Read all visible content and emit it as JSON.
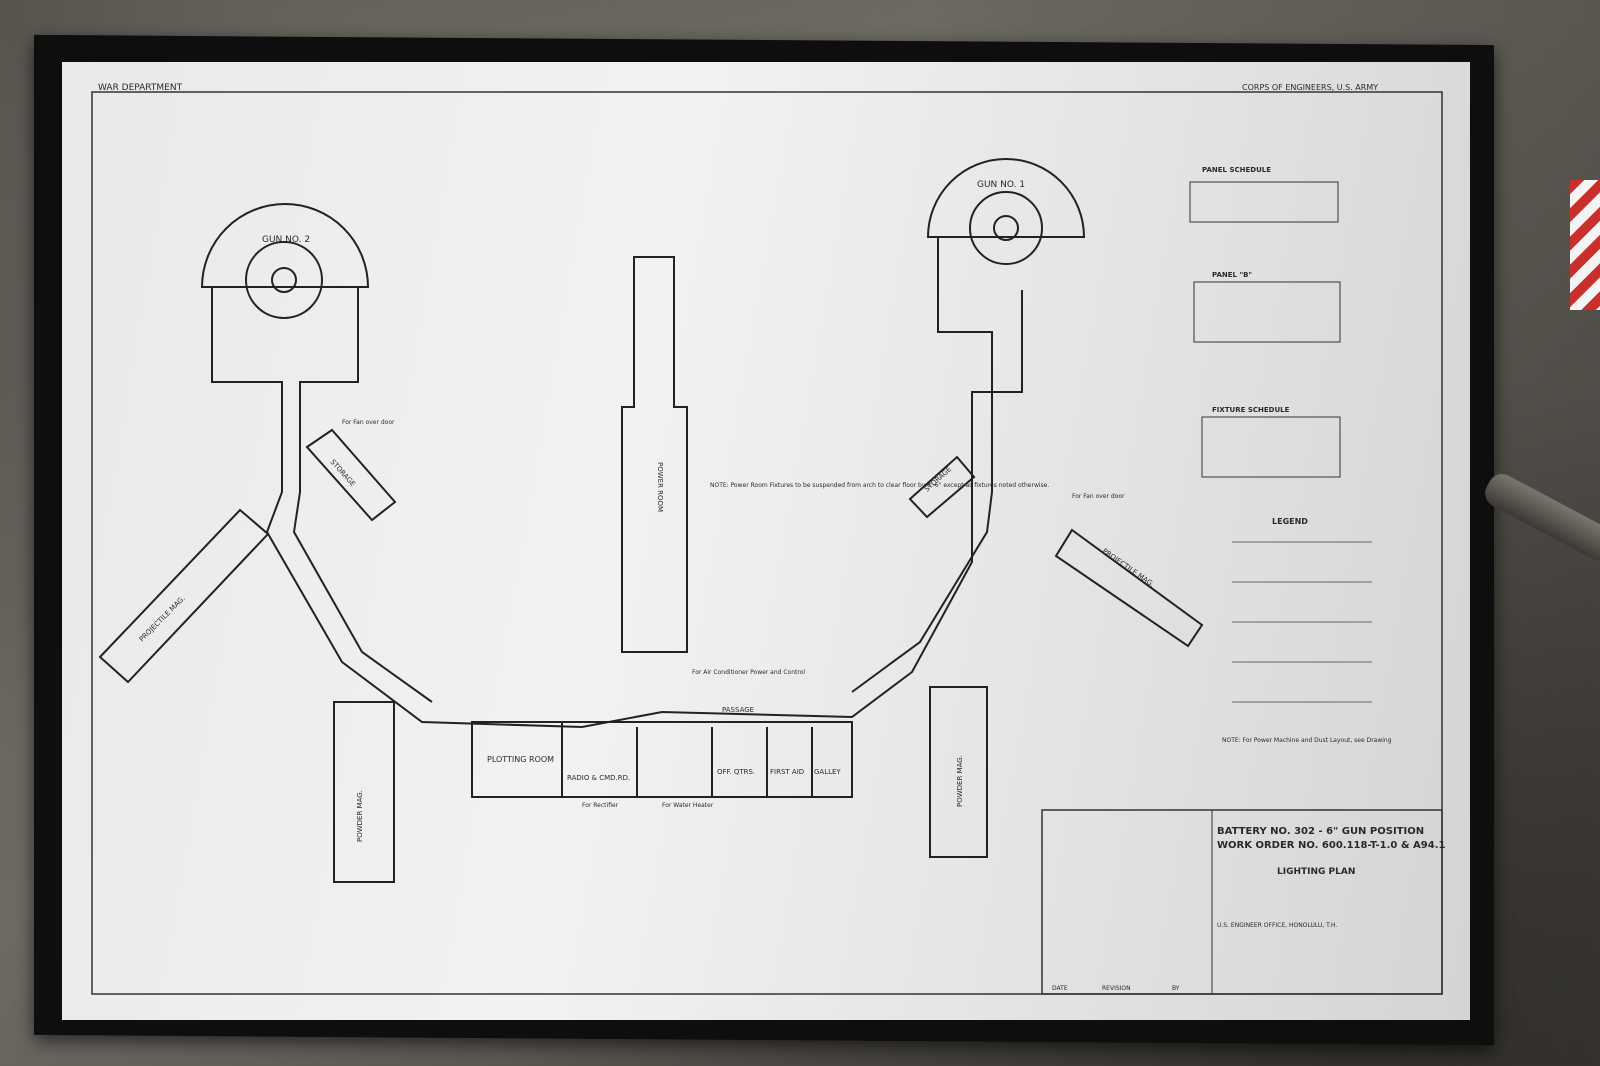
{
  "header": {
    "left": "WAR DEPARTMENT",
    "right": "CORPS OF ENGINEERS, U.S. ARMY"
  },
  "guns": {
    "left": "GUN NO. 2",
    "right": "GUN NO. 1"
  },
  "rooms": {
    "storage_left": "STORAGE",
    "storage_right": "STORAGE",
    "projectile_left": "PROJECTILE MAG.",
    "projectile_right": "PROJECTILE MAG.",
    "powder_left": "POWDER MAG.",
    "powder_right": "POWDER MAG.",
    "power_room": "POWER ROOM",
    "plotting": "PLOTTING ROOM",
    "radio": "RADIO & CMD.RD.",
    "off_qtrs": "OFF. QTRS.",
    "first_aid": "FIRST AID",
    "galley": "GALLEY",
    "passage": "PASSAGE"
  },
  "notes": {
    "power_room_note": "NOTE: Power Room Fixtures to be suspended from arch to clear floor by 8'-6\" except as fixtures noted otherwise.",
    "fan_over_door": "For Fan over door",
    "rectifier": "For Rectifier",
    "water_heater": "For Water Heater",
    "air_conditioner": "For Air Conditioner Power and Control",
    "bottom_note": "NOTE: For Power Machine and Dust Layout, see Drawing"
  },
  "schedules": {
    "panel_schedule_title": "PANEL SCHEDULE",
    "panel_b_title": "PANEL \"B\"",
    "fixture_schedule_title": "FIXTURE SCHEDULE",
    "legend_title": "LEGEND"
  },
  "title_block": {
    "line1": "BATTERY NO. 302 - 6\" GUN POSITION",
    "line2": "WORK ORDER NO. 600.118-T-1.0 & A94.1",
    "plan": "LIGHTING PLAN",
    "office": "U.S. ENGINEER OFFICE, HONOLULU, T.H.",
    "col_date": "DATE",
    "col_revision": "REVISION",
    "col_by": "BY"
  }
}
